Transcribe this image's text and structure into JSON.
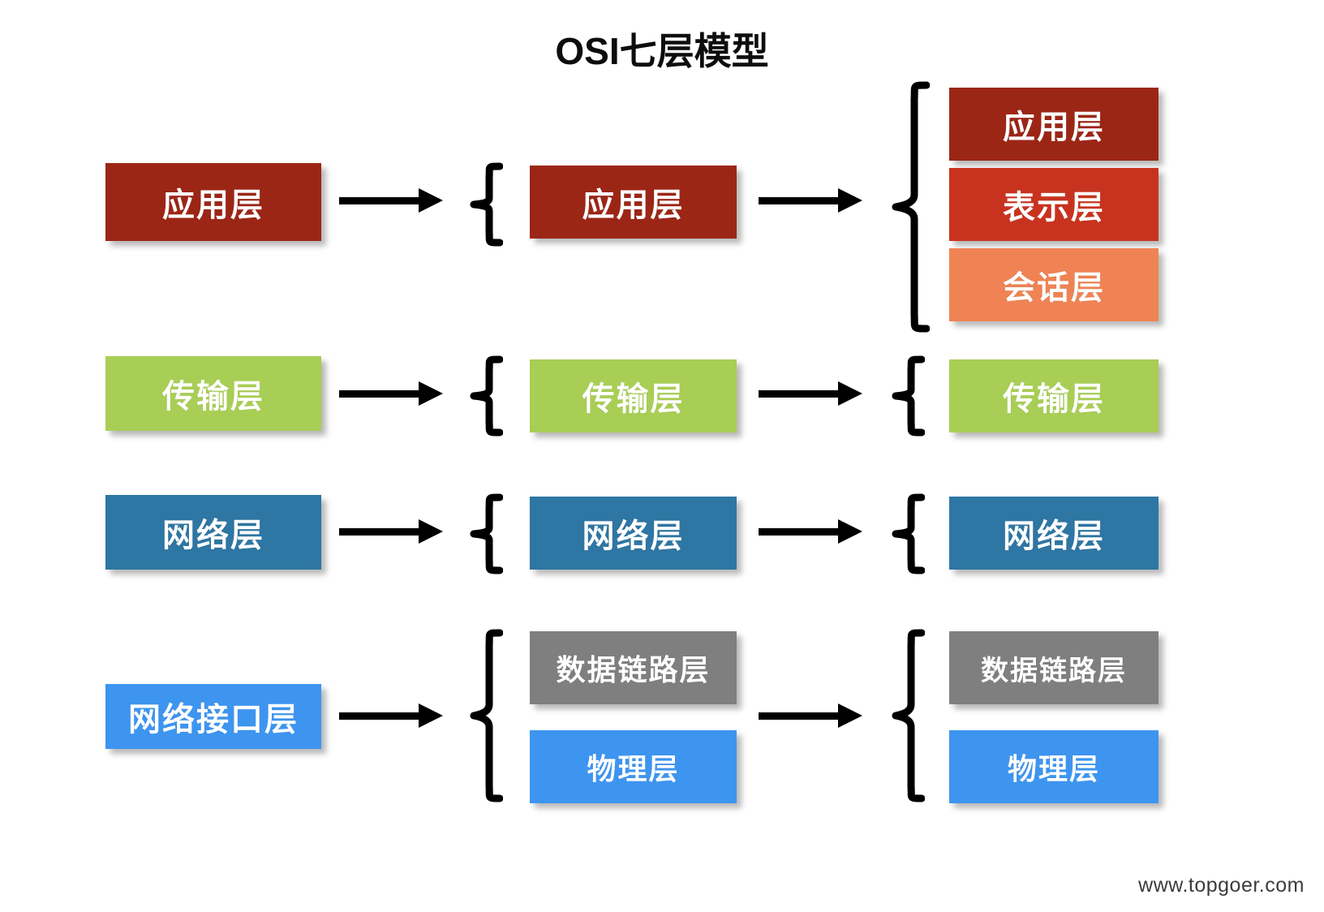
{
  "title": "OSI七层模型",
  "watermark": "www.topgoer.com",
  "colors": {
    "application_dark_red": "#9C2616",
    "presentation_red": "#C8331F",
    "session_orange": "#EF8354",
    "transport_green": "#A8CE55",
    "network_steel_blue": "#2E76A3",
    "datalink_gray": "#7F7F7F",
    "physical_blue": "#3D95F0",
    "text": "#FFFFFF",
    "stroke": "#000000",
    "background": "#FFFFFF"
  },
  "columns": [
    {
      "id": "tcpip-4-layer",
      "groups": [
        {
          "id": "c1-application",
          "boxes": [
            {
              "label": "应用层",
              "color": "#9C2616"
            }
          ]
        },
        {
          "id": "c1-transport",
          "boxes": [
            {
              "label": "传输层",
              "color": "#A8CE55"
            }
          ]
        },
        {
          "id": "c1-network",
          "boxes": [
            {
              "label": "网络层",
              "color": "#2E76A3"
            }
          ]
        },
        {
          "id": "c1-network-interface",
          "boxes": [
            {
              "label": "网络接口层",
              "color": "#3D95F0"
            }
          ]
        }
      ]
    },
    {
      "id": "tcpip-5-layer",
      "groups": [
        {
          "id": "c2-application",
          "boxes": [
            {
              "label": "应用层",
              "color": "#9C2616"
            }
          ]
        },
        {
          "id": "c2-transport",
          "boxes": [
            {
              "label": "传输层",
              "color": "#A8CE55"
            }
          ]
        },
        {
          "id": "c2-network",
          "boxes": [
            {
              "label": "网络层",
              "color": "#2E76A3"
            }
          ]
        },
        {
          "id": "c2-link-physical",
          "boxes": [
            {
              "label": "数据链路层",
              "color": "#7F7F7F"
            },
            {
              "label": "物理层",
              "color": "#3D95F0"
            }
          ]
        }
      ]
    },
    {
      "id": "osi-7-layer",
      "groups": [
        {
          "id": "c3-upper",
          "boxes": [
            {
              "label": "应用层",
              "color": "#9C2616"
            },
            {
              "label": "表示层",
              "color": "#C8331F"
            },
            {
              "label": "会话层",
              "color": "#EF8354"
            }
          ]
        },
        {
          "id": "c3-transport",
          "boxes": [
            {
              "label": "传输层",
              "color": "#A8CE55"
            }
          ]
        },
        {
          "id": "c3-network",
          "boxes": [
            {
              "label": "网络层",
              "color": "#2E76A3"
            }
          ]
        },
        {
          "id": "c3-link-physical",
          "boxes": [
            {
              "label": "数据链路层",
              "color": "#7F7F7F"
            },
            {
              "label": "物理层",
              "color": "#3D95F0"
            }
          ]
        }
      ]
    }
  ],
  "arrows": [
    {
      "id": "arrow-app-1",
      "from": "c1-application",
      "to": "c2-application"
    },
    {
      "id": "arrow-app-2",
      "from": "c2-application",
      "to": "c3-upper"
    },
    {
      "id": "arrow-transport-1",
      "from": "c1-transport",
      "to": "c2-transport"
    },
    {
      "id": "arrow-transport-2",
      "from": "c2-transport",
      "to": "c3-transport"
    },
    {
      "id": "arrow-network-1",
      "from": "c1-network",
      "to": "c2-network"
    },
    {
      "id": "arrow-network-2",
      "from": "c2-network",
      "to": "c3-network"
    },
    {
      "id": "arrow-interface-1",
      "from": "c1-network-interface",
      "to": "c2-link-physical"
    },
    {
      "id": "arrow-interface-2",
      "from": "c2-link-physical",
      "to": "c3-link-physical"
    }
  ]
}
